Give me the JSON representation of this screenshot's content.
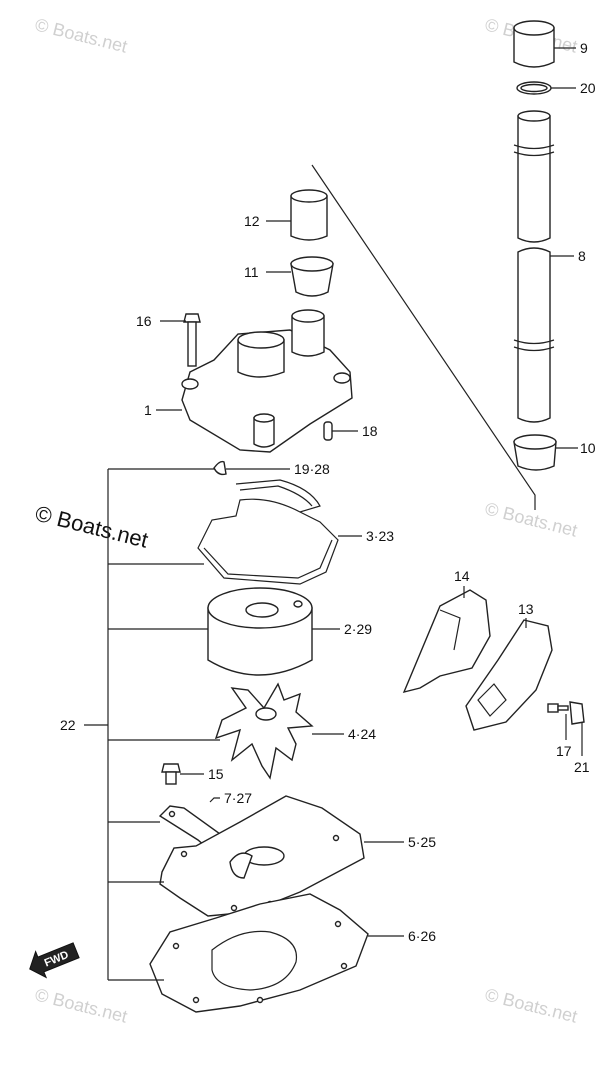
{
  "watermark": {
    "text": "© Boats.net"
  },
  "fwd_label": "FWD",
  "callouts": [
    {
      "id": "9",
      "label": "9"
    },
    {
      "id": "20",
      "label": "20"
    },
    {
      "id": "8",
      "label": "8"
    },
    {
      "id": "10",
      "label": "10"
    },
    {
      "id": "12",
      "label": "12"
    },
    {
      "id": "11",
      "label": "11"
    },
    {
      "id": "16",
      "label": "16"
    },
    {
      "id": "1",
      "label": "1"
    },
    {
      "id": "18",
      "label": "18"
    },
    {
      "id": "19_28",
      "label": "19·28"
    },
    {
      "id": "3_23",
      "label": "3·23"
    },
    {
      "id": "2_29",
      "label": "2·29"
    },
    {
      "id": "22",
      "label": "22"
    },
    {
      "id": "4_24",
      "label": "4·24"
    },
    {
      "id": "15",
      "label": "15"
    },
    {
      "id": "7_27",
      "label": "7·27"
    },
    {
      "id": "5_25",
      "label": "5·25"
    },
    {
      "id": "6_26",
      "label": "6·26"
    },
    {
      "id": "14",
      "label": "14"
    },
    {
      "id": "13",
      "label": "13"
    },
    {
      "id": "17",
      "label": "17"
    },
    {
      "id": "21",
      "label": "21"
    }
  ]
}
